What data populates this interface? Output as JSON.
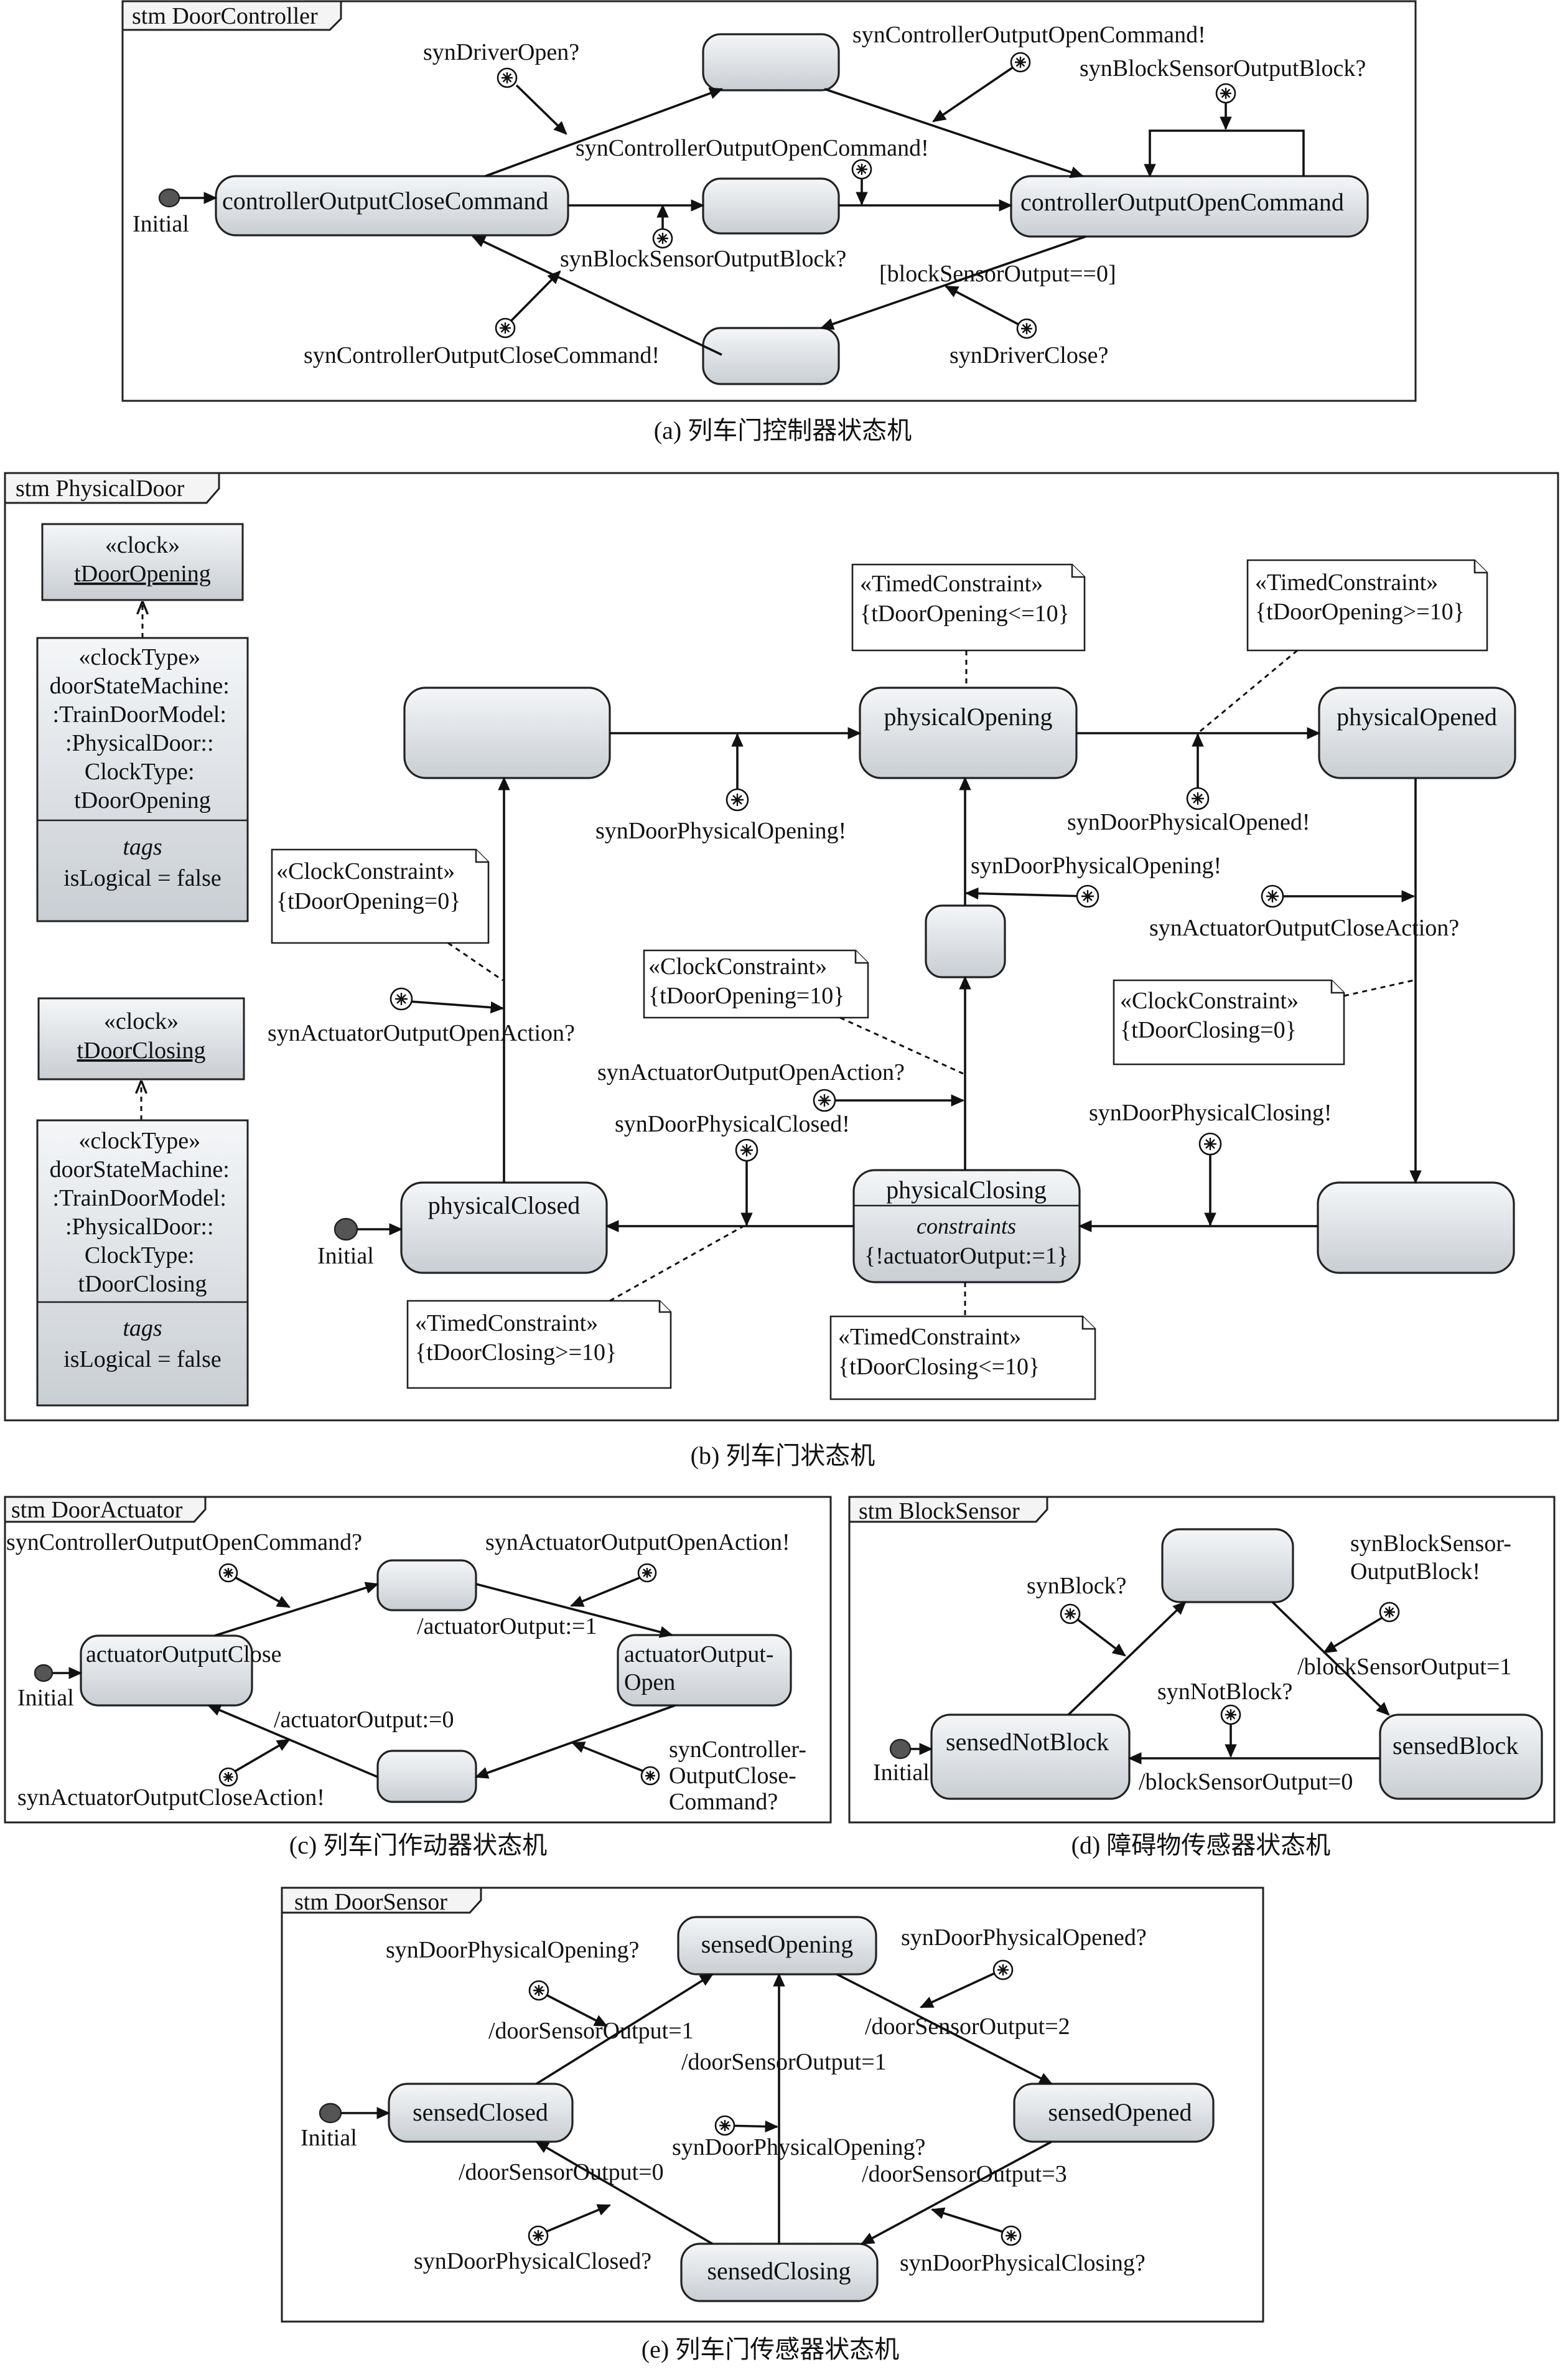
{
  "diagram_a": {
    "frame_tab": "stm DoorController",
    "states": {
      "close_cmd": "controllerOutputCloseCommand",
      "open_cmd": "controllerOutputOpenCommand",
      "top": "",
      "middle": "",
      "bottom": ""
    },
    "initial": "Initial",
    "labels": {
      "syn_driver_open": "synDriverOpen?",
      "syn_ctrl_open_cmd_top": "synControllerOutputOpenCommand!",
      "syn_block_sensor_top": "synBlockSensorOutputBlock?",
      "syn_ctrl_open_cmd_mid": "synControllerOutputOpenCommand!",
      "syn_block_sensor_mid": "synBlockSensorOutputBlock?",
      "guard_block": "[blockSensorOutput==0]",
      "syn_ctrl_close_cmd": "synControllerOutputCloseCommand!",
      "syn_driver_close": "synDriverClose?"
    },
    "caption": "(a) 列车门控制器状态机"
  },
  "diagram_b": {
    "frame_tab": "stm PhysicalDoor",
    "clock_opening": {
      "stereotype": "«clock»",
      "name": "tDoorOpening"
    },
    "clocktype_opening": {
      "stereotype": "«clockType»",
      "lines": [
        "doorStateMachine:",
        ":TrainDoorModel:",
        ":PhysicalDoor::",
        "ClockType:",
        "tDoorOpening"
      ],
      "tags_header": "tags",
      "tag_value": "isLogical = false"
    },
    "clock_closing": {
      "stereotype": "«clock»",
      "name": "tDoorClosing"
    },
    "clocktype_closing": {
      "stereotype": "«clockType»",
      "lines": [
        "doorStateMachine:",
        ":TrainDoorModel:",
        ":PhysicalDoor::",
        "ClockType:",
        "tDoorClosing"
      ],
      "tags_header": "tags",
      "tag_value": "isLogical = false"
    },
    "states": {
      "physical_opening": "physicalOpening",
      "physical_opened": "physicalOpened",
      "physical_closed": "physicalClosed",
      "physical_closing": "physicalClosing",
      "closing_constraints_header": "constraints",
      "closing_constraint": "{!actuatorOutput:=1}"
    },
    "initial": "Initial",
    "notes": {
      "timed_opening_le": [
        "«TimedConstraint»",
        "{tDoorOpening<=10}"
      ],
      "timed_opening_ge": [
        "«TimedConstraint»",
        "{tDoorOpening>=10}"
      ],
      "clock_opening_0": [
        "«ClockConstraint»",
        "{tDoorOpening=0}"
      ],
      "clock_opening_10": [
        "«ClockConstraint»",
        "{tDoorOpening=10}"
      ],
      "clock_closing_0": [
        "«ClockConstraint»",
        "{tDoorClosing=0}"
      ],
      "timed_closing_ge": [
        "«TimedConstraint»",
        "{tDoorClosing>=10}"
      ],
      "timed_closing_le": [
        "«TimedConstraint»",
        "{tDoorClosing<=10}"
      ]
    },
    "labels": {
      "syn_phys_opening_1": "synDoorPhysicalOpening!",
      "syn_phys_opened": "synDoorPhysicalOpened!",
      "syn_phys_opening_2": "synDoorPhysicalOpening!",
      "syn_act_close": "synActuatorOutputCloseAction?",
      "syn_act_open_1": "synActuatorOutputOpenAction?",
      "syn_act_open_2": "synActuatorOutputOpenAction?",
      "syn_phys_closed": "synDoorPhysicalClosed!",
      "syn_phys_closing": "synDoorPhysicalClosing!"
    },
    "caption": "(b) 列车门状态机"
  },
  "diagram_c": {
    "frame_tab": "stm DoorActuator",
    "states": {
      "close": "actuatorOutputClose",
      "open_1": "actuatorOutput-",
      "open_2": "Open"
    },
    "initial": "Initial",
    "labels": {
      "syn_ctrl_open": "synControllerOutputOpenCommand?",
      "syn_act_open": "synActuatorOutputOpenAction!",
      "eff_open": "/actuatorOutput:=1",
      "eff_close": "/actuatorOutput:=0",
      "syn_act_close": "synActuatorOutputCloseAction!",
      "syn_ctrl_close": [
        "synController-",
        "OutputClose-",
        "Command?"
      ]
    },
    "caption": "(c) 列车门作动器状态机"
  },
  "diagram_d": {
    "frame_tab": "stm BlockSensor",
    "states": {
      "not_block": "sensedNotBlock",
      "block": "sensedBlock"
    },
    "initial": "Initial",
    "labels": {
      "syn_block": "synBlock?",
      "syn_block_sensor": [
        "synBlockSensor-",
        "OutputBlock!"
      ],
      "eff_block_1": "/blockSensorOutput=1",
      "syn_not_block": "synNotBlock?",
      "eff_block_0": "/blockSensorOutput=0"
    },
    "caption": "(d) 障碍物传感器状态机"
  },
  "diagram_e": {
    "frame_tab": "stm DoorSensor",
    "states": {
      "opening": "sensedOpening",
      "closed": "sensedClosed",
      "opened": "sensedOpened",
      "closing": "sensedClosing"
    },
    "initial": "Initial",
    "labels": {
      "syn_phys_opening_1": "synDoorPhysicalOpening?",
      "syn_phys_opened": "synDoorPhysicalOpened?",
      "eff_1a": "/doorSensorOutput=1",
      "eff_2": "/doorSensorOutput=2",
      "eff_1b": "/doorSensorOutput=1",
      "syn_phys_opening_2": "synDoorPhysicalOpening?",
      "eff_0": "/doorSensorOutput=0",
      "eff_3": "/doorSensorOutput=3",
      "syn_phys_closed": "synDoorPhysicalClosed?",
      "syn_phys_closing": "synDoorPhysicalClosing?"
    },
    "caption": "(e) 列车门传感器状态机"
  }
}
